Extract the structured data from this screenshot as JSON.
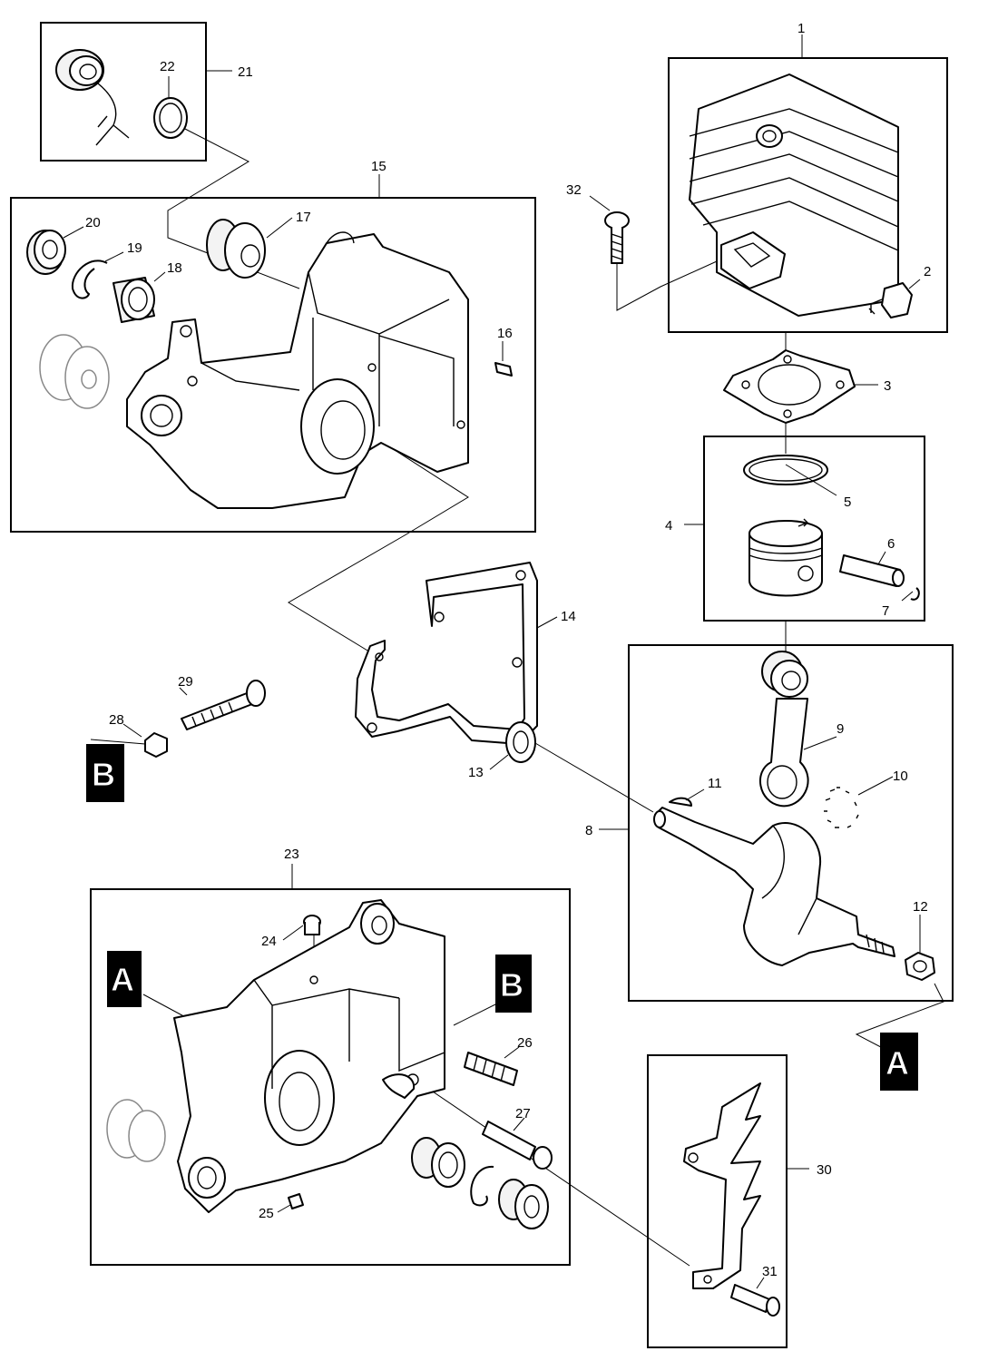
{
  "diagram": {
    "callouts": {
      "c1": "1",
      "c2": "2",
      "c3": "3",
      "c4": "4",
      "c5": "5",
      "c6": "6",
      "c7": "7",
      "c8": "8",
      "c9": "9",
      "c10": "10",
      "c11": "11",
      "c12": "12",
      "c13": "13",
      "c14": "14",
      "c15": "15",
      "c16": "16",
      "c17": "17",
      "c18": "18",
      "c19": "19",
      "c20": "20",
      "c21": "21",
      "c22": "22",
      "c23": "23",
      "c24": "24",
      "c25": "25",
      "c26": "26",
      "c27": "27",
      "c28": "28",
      "c29": "29",
      "c30": "30",
      "c31": "31",
      "c32": "32"
    },
    "markers": {
      "a1": "A",
      "a2": "A",
      "b1": "B",
      "b2": "B"
    },
    "colors": {
      "line": "#000000",
      "background": "#ffffff",
      "marker_fill": "#000000",
      "marker_text": "#ffffff"
    }
  }
}
